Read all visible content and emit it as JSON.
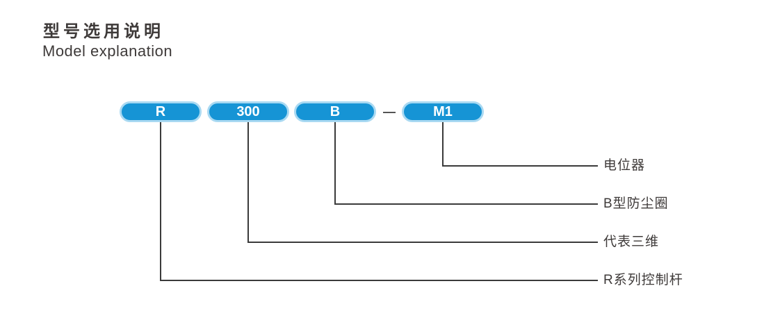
{
  "page": {
    "title_zh": "型号选用说明",
    "title_en": "Model explanation"
  },
  "model_code": {
    "separator": "—",
    "segments": [
      {
        "code": "R",
        "meaning": "R系列控制杆"
      },
      {
        "code": "300",
        "meaning": "代表三维"
      },
      {
        "code": "B",
        "meaning": "B型防尘圈"
      },
      {
        "code": "M1",
        "meaning": "电位器"
      }
    ]
  },
  "colors": {
    "pill_fill": "#1694d5",
    "pill_border": "#a9d9f2",
    "pill_text": "#ffffff",
    "connector_line": "#3a3a3a",
    "separator": "#4a4a4a",
    "text": "#3e3a39",
    "page_bg": "#ffffff"
  }
}
